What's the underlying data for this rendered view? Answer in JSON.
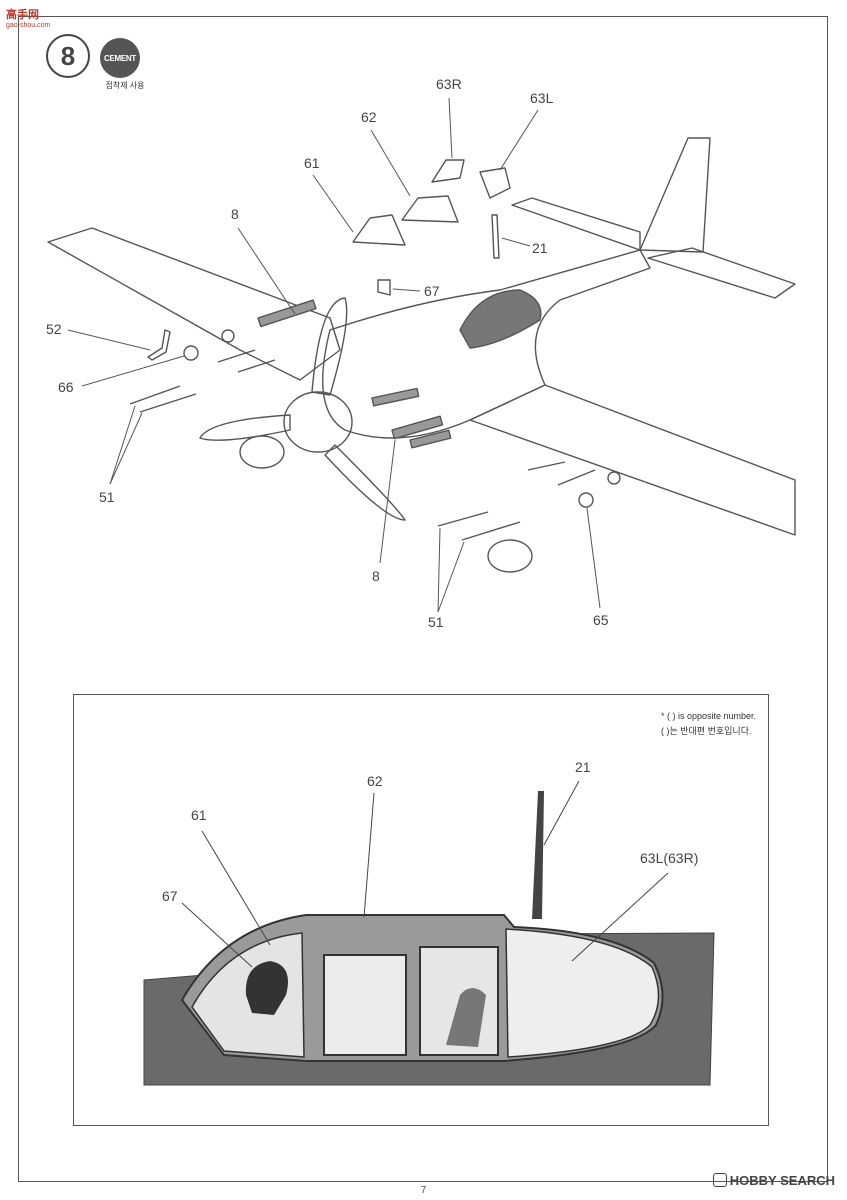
{
  "site_logo": {
    "main": "高手网",
    "sub": "gao-shou.com"
  },
  "step": {
    "number": "8",
    "cement_label": "CEMENT",
    "cement_note": "접착제 사용"
  },
  "callouts": {
    "c63R": "63R",
    "c63L": "63L",
    "c62": "62",
    "c61": "61",
    "c8a": "8",
    "c21": "21",
    "c67": "67",
    "c52": "52",
    "c66": "66",
    "c51a": "51",
    "c8b": "8",
    "c51b": "51",
    "c65": "65"
  },
  "inset": {
    "note_line1": "* (   ) is opposite number.",
    "note_line2": "(   )는 반대편 번호입니다.",
    "c62": "62",
    "c21": "21",
    "c61": "61",
    "c63": "63L(63R)",
    "c67": "67"
  },
  "page_number": "7",
  "watermark": "HOBBY SEARCH"
}
